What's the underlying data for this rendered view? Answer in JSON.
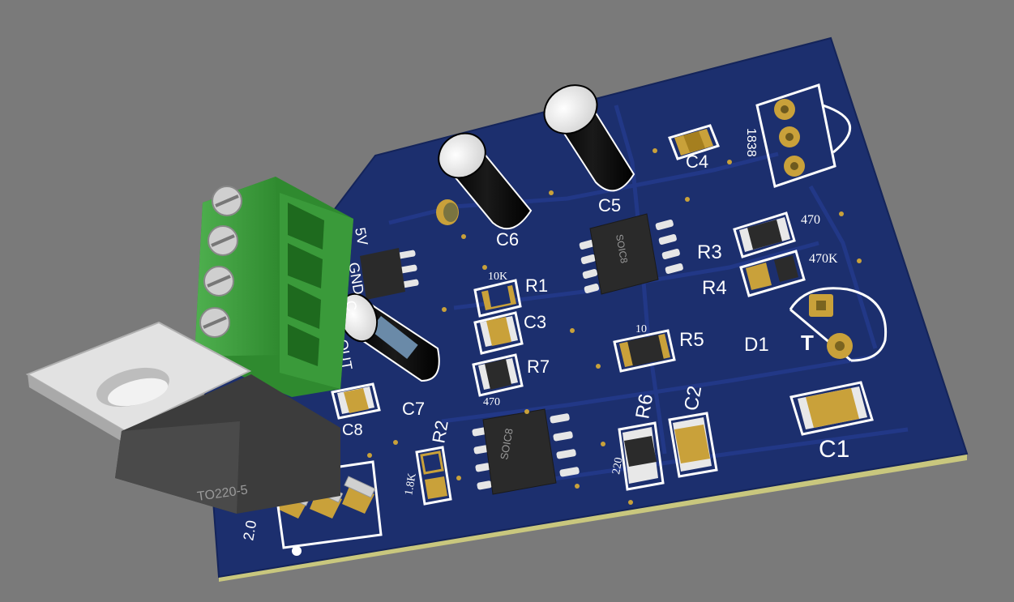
{
  "colors": {
    "background": "#7a7a7a",
    "board": "#1c2f6e",
    "board_edge": "#c9c77e",
    "pad_gold": "#c9a13a",
    "silkscreen": "#ffffff",
    "terminal_block": "#3d9b3d",
    "electrolytic_cap": "#111111",
    "heatsink_tab": "#d8d8d8",
    "ic_body": "#2a2a2a"
  },
  "labels": {
    "c1": "C1",
    "c2": "C2",
    "c3": "C3",
    "c4": "C4",
    "c5": "C5",
    "c6": "C6",
    "c7": "C7",
    "c8": "C8",
    "r1": "R1",
    "r2": "R2",
    "r3": "R3",
    "r4": "R4",
    "r5": "R5",
    "r6": "R6",
    "r7": "R7",
    "d1": "D1",
    "ir_sensor": "1838"
  },
  "values": {
    "r1": "10K",
    "r2": "1.8K",
    "r3": "470",
    "r4": "470K",
    "r5": "10",
    "r6": "220",
    "r7": "470"
  },
  "packages": {
    "ic_upper": "SOIC8",
    "ic_lower": "SOIC8",
    "regulator": "TO220-5"
  },
  "terminal_labels": {
    "pin1": "5V",
    "pin2": "GND",
    "pin3": "C",
    "pin4": "OUT"
  },
  "board_revision": "2.0"
}
